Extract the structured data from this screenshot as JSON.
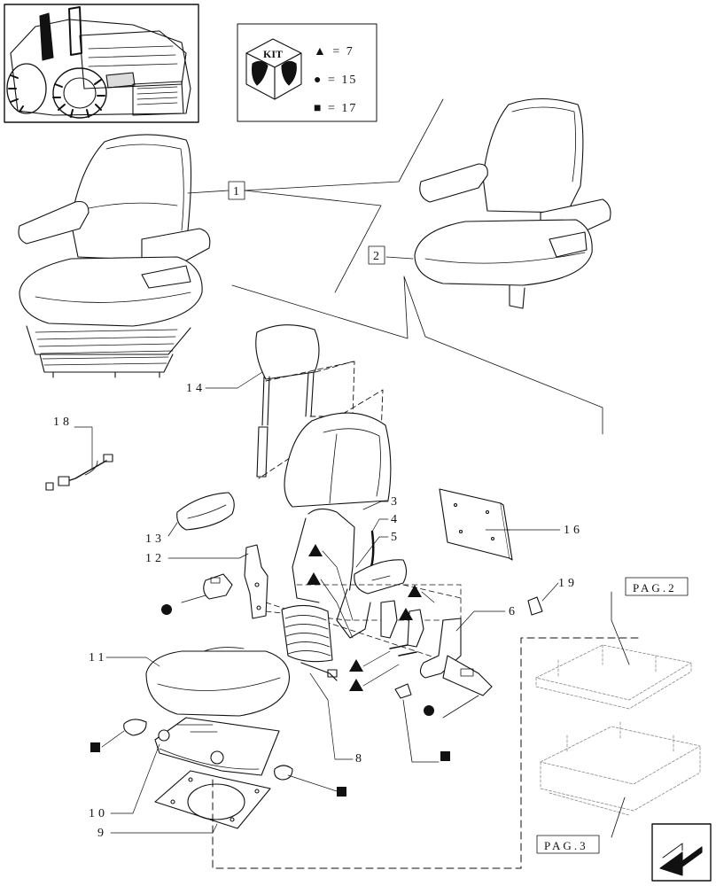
{
  "kit_legend": {
    "badge": "KIT",
    "triangle_label": "▲ = 7",
    "circle_label": "● = 15",
    "square_label": "■ = 17"
  },
  "callouts": {
    "c1": "1",
    "c2": "2",
    "c3": "3",
    "c4": "4",
    "c5": "5",
    "c6": "6",
    "c8": "8",
    "c9": "9",
    "c10": "10",
    "c11": "11",
    "c12": "12",
    "c13": "13",
    "c14": "14",
    "c16": "16",
    "c18": "18",
    "c19": "19"
  },
  "page_refs": {
    "pag2": "PAG.2",
    "pag3": "PAG.3"
  },
  "icons": {
    "next_page": "arrow-next-page-icon",
    "tractor": "tractor-thumbnail-icon"
  }
}
